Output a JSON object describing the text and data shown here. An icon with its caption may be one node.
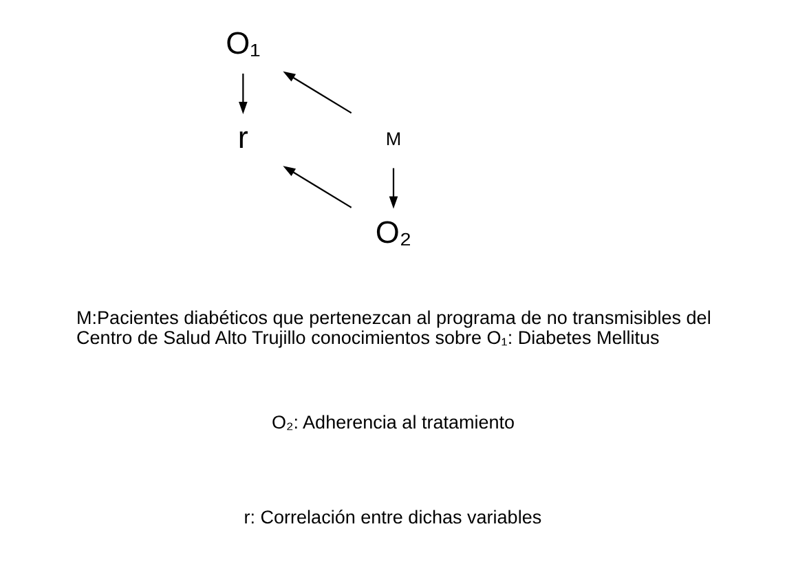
{
  "diagram": {
    "nodes": [
      {
        "text": [
          "O₁"
        ]
      },
      {
        "text": [
          "M"
        ]
      },
      {
        "text": [
          "r"
        ]
      },
      {
        "text": [
          "O₂"
        ]
      }
    ],
    "edges": [
      {
        "from": 1,
        "to": 0,
        "arrow": "to"
      },
      {
        "from": 1,
        "to": 3,
        "arrow": "to"
      },
      {
        "from": 0,
        "to": 2,
        "arrow": "to"
      },
      {
        "from": 3,
        "to": 2,
        "arrow": "to"
      }
    ],
    "labels": [
      "M:Pacientes diabéticos que pertenezcan al programa de no transmisibles del Centro de Salud Alto Trujillo conocimientos sobre O₁: Diabetes Mellitus",
      "O₂: Adherencia al tratamiento",
      "r: Correlación entre dichas variables"
    ]
  }
}
